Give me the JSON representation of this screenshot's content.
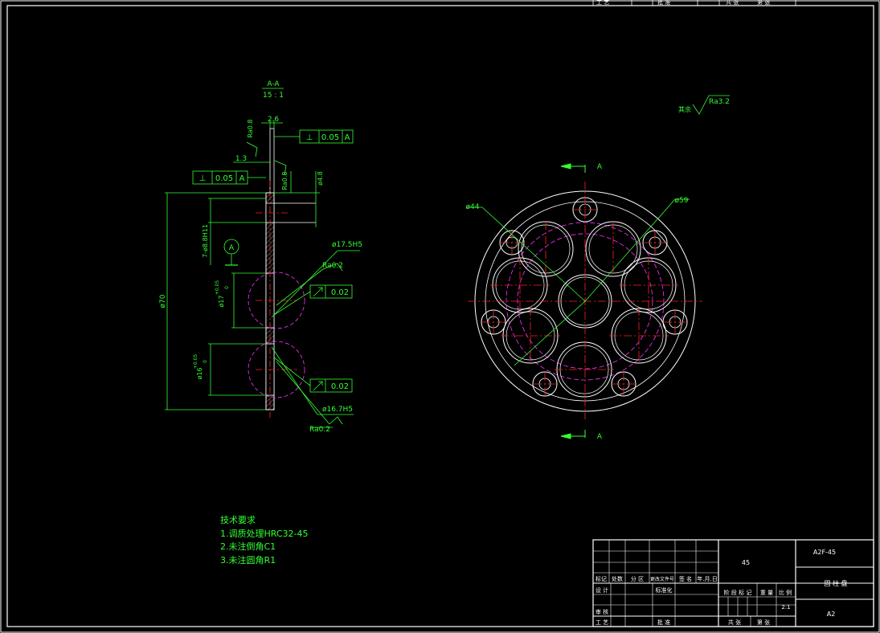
{
  "section": {
    "label": "A-A",
    "scale": "15 : 1"
  },
  "finish_other": {
    "prefix": "其余",
    "value": "Ra3.2"
  },
  "left_view": {
    "dim_2_6": "2.6",
    "dim_1_3": "1.3",
    "tol_frame_top": {
      "sym": "⊥",
      "val": "0.05",
      "ref": "A"
    },
    "tol_frame_left": {
      "sym": "⊥",
      "val": "0.05",
      "ref": "A"
    },
    "ra_08_a": "Ra0.8",
    "ra_08_b": "Ra0.8",
    "dim_phi48": "ø4.8",
    "dim_holes": "7-ø8.8H11",
    "datum": "A",
    "dim_phi70": "ø70",
    "dim_phi17": "ø17",
    "tol_17_up": "+0.05",
    "tol_17_low": "0",
    "dim_phi16": "ø16",
    "tol_16_up": "+0.05",
    "tol_16_low": "0",
    "dim_phi175": "ø17.5H5",
    "ra_02_a": "Ra0.2",
    "runout_a": {
      "val": "0.02"
    },
    "runout_b": {
      "val": "0.02"
    },
    "dim_phi167": "ø16.7H5",
    "ra_02_b": "Ra0.2"
  },
  "right_view": {
    "section_top": "A",
    "section_bottom": "A",
    "dim_phi44": "ø44",
    "dim_phi59": "ø59"
  },
  "tech_req": {
    "title": "技术要求",
    "items": [
      "1.调质处理HRC32-45",
      "2.未注倒角C1",
      "3.未注圆角R1"
    ]
  },
  "title_block": {
    "material": "45",
    "drawing_no": "A2F-45",
    "part_name": "固 柱 盘",
    "sheet": "A2",
    "scale_val": "2:1",
    "h_mark": "标记",
    "h_count": "处数",
    "h_zone": "分 区",
    "h_docno": "更改文件号",
    "h_sign": "签 名",
    "h_date": "年.月.日",
    "h_design": "设 计",
    "h_std": "标准化",
    "h_stage": "阶 段 标 记",
    "h_weight": "重 量",
    "h_scale": "比 例",
    "h_review": "审 核",
    "h_process": "工 艺",
    "h_approve": "批 准",
    "h_total": "共    张",
    "h_page": "第    张",
    "top_process": "工 艺",
    "top_approve": "批 准",
    "top_total": "共    张",
    "top_page": "第    张"
  }
}
